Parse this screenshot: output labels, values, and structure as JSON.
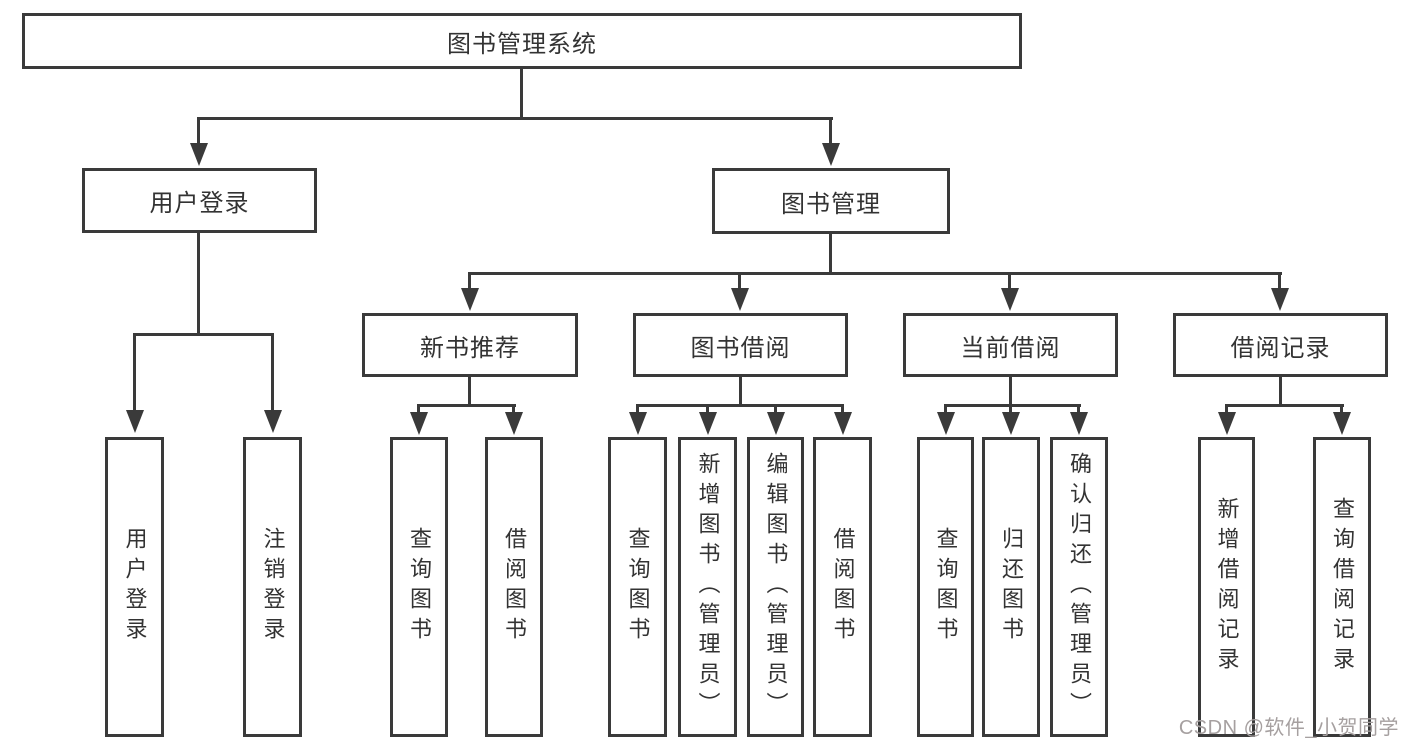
{
  "tree": {
    "root": {
      "label": "图书管理系统"
    },
    "branches": [
      {
        "label": "用户登录",
        "children": [
          "用户登录",
          "注销登录"
        ]
      },
      {
        "label": "图书管理",
        "sections": [
          {
            "label": "新书推荐",
            "children": [
              "查询图书",
              "借阅图书"
            ]
          },
          {
            "label": "图书借阅",
            "children": [
              "查询图书",
              "新增图书（管理员）",
              "编辑图书（管理员）",
              "借阅图书"
            ]
          },
          {
            "label": "当前借阅",
            "children": [
              "查询图书",
              "归还图书",
              "确认归还（管理员）"
            ]
          },
          {
            "label": "借阅记录",
            "children": [
              "新增借阅记录",
              "查询借阅记录"
            ]
          }
        ]
      }
    ]
  },
  "watermark": {
    "text": "CSDN @软件_小贺同学"
  },
  "colors": {
    "line": "#3a3a3a",
    "text": "#333333",
    "watermark": "#a6a0a0",
    "background": "#ffffff"
  }
}
